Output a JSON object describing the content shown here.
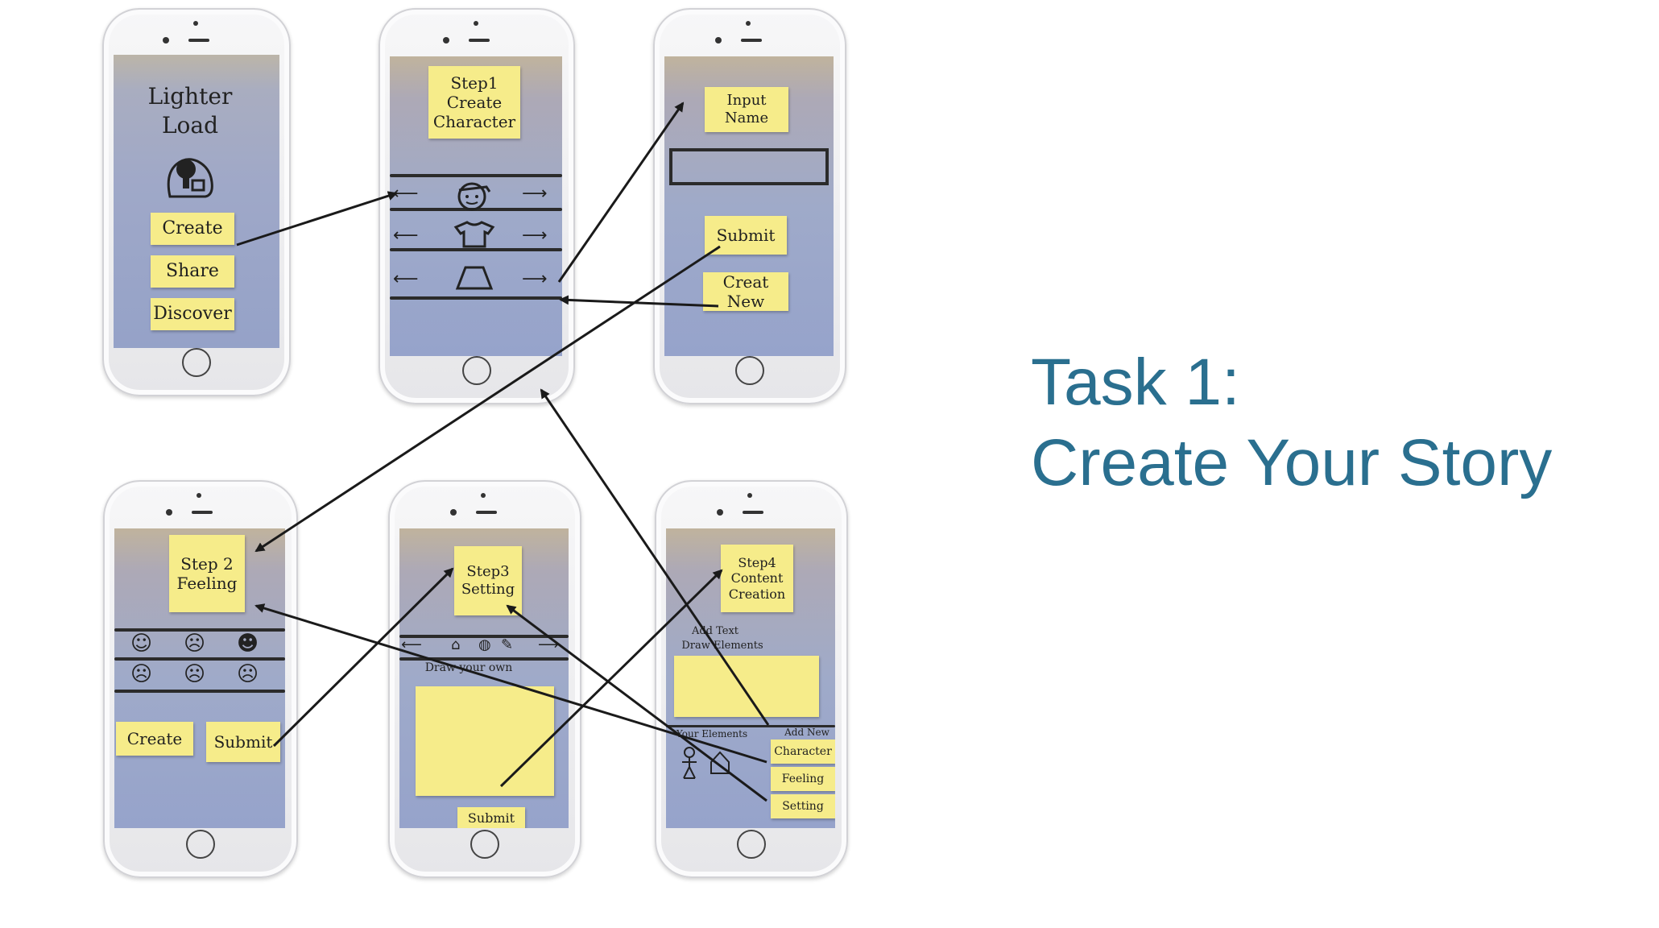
{
  "title": {
    "line1": "Task 1:",
    "line2": "Create Your Story"
  },
  "screens": {
    "home": {
      "app_name": "Lighter Load",
      "buttons": [
        "Create",
        "Share",
        "Discover"
      ],
      "icon": "backpack-icon"
    },
    "step1": {
      "label": "Step1 Create Character",
      "icons": [
        "face-icon",
        "shirt-icon",
        "skirt-icon"
      ]
    },
    "name": {
      "label": "Input Name",
      "buttons": [
        "Submit",
        "Creat New"
      ]
    },
    "step2": {
      "label": "Step 2 Feeling",
      "emoji_row1": [
        "☺",
        "☹",
        "☻"
      ],
      "emoji_row2": [
        "☹",
        "☹",
        "☹"
      ],
      "buttons": [
        "Create",
        "Submit"
      ]
    },
    "step3": {
      "label": "Step3 Setting",
      "toolbar_icons": [
        "house-icon",
        "palette-icon",
        "pencil-icon"
      ],
      "draw_label": "Draw your own",
      "button": "Submit"
    },
    "step4": {
      "label": "Step4 Content Creation",
      "add_text": "Add Text",
      "draw_elements": "Draw Elements",
      "your_elements": "Your Elements",
      "add_new": "Add New",
      "buttons": [
        "Character",
        "Feeling",
        "Setting"
      ]
    }
  },
  "colors": {
    "sticky_note": "#f6ec8a",
    "title": "#2a6f8f",
    "screen": "#9fa8c8"
  }
}
